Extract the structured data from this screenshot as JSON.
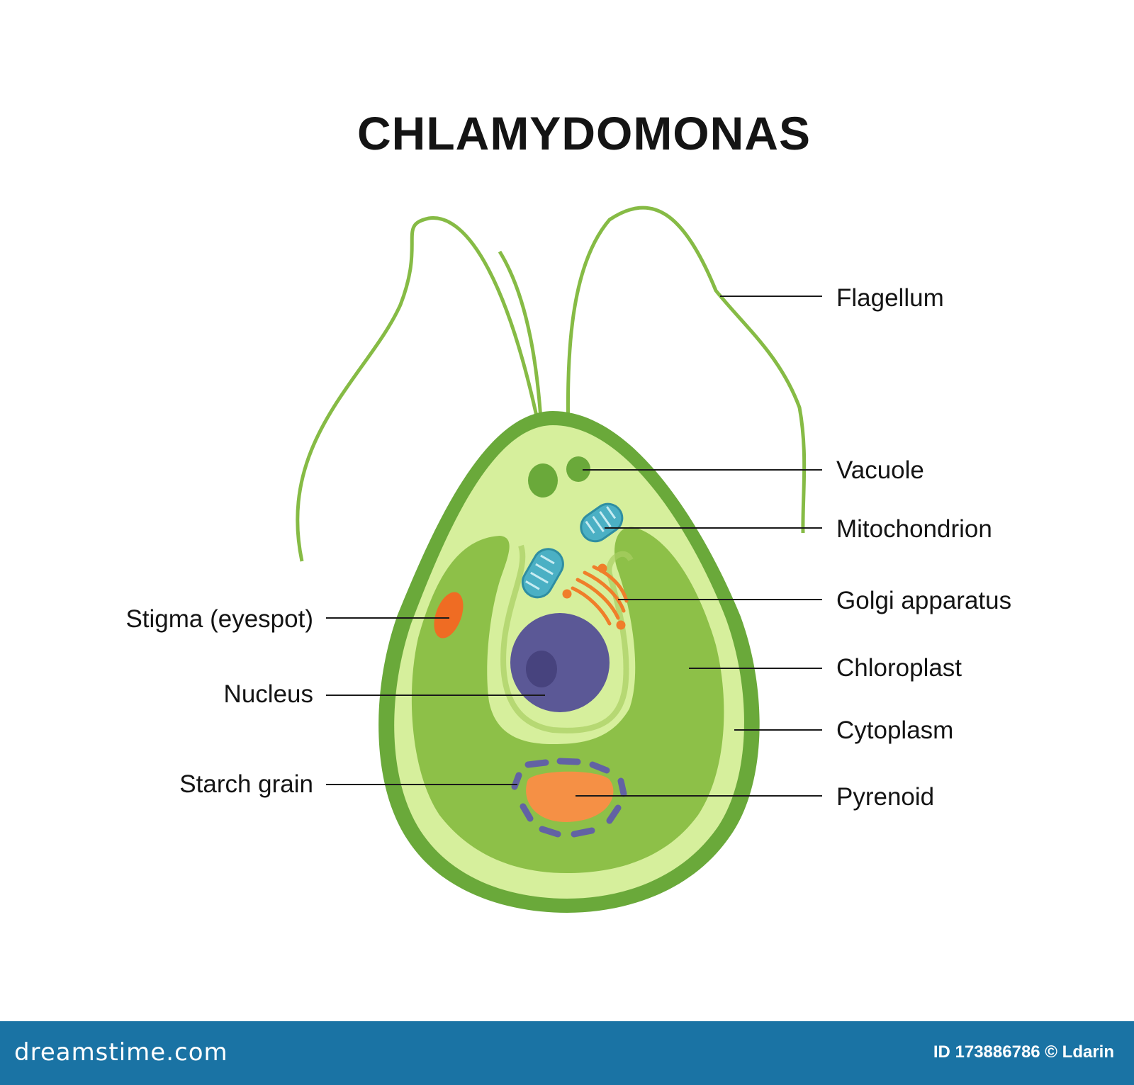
{
  "title": "CHLAMYDOMONAS",
  "labels": {
    "flagellum": "Flagellum",
    "vacuole": "Vacuole",
    "mitochondrion": "Mitochondrion",
    "golgi": "Golgi apparatus",
    "chloroplast": "Chloroplast",
    "cytoplasm": "Cytoplasm",
    "pyrenoid": "Pyrenoid",
    "stigma": "Stigma (eyespot)",
    "nucleus": "Nucleus",
    "starch": "Starch grain"
  },
  "footer": {
    "brand": "dreamstime.com",
    "credit": "ID 173886786 © Ldarin"
  },
  "colors": {
    "cell_wall": "#6aa93a",
    "cytoplasm": "#d6ef9c",
    "chloroplast": "#8dc048",
    "nucleus": "#5b5896",
    "mitochondrion": "#4bb0c4",
    "golgi": "#f07e2a",
    "stigma": "#ef6c23",
    "pyrenoid": "#f59045",
    "starch": "#6262a4",
    "footer_bg": "#1a73a4"
  }
}
